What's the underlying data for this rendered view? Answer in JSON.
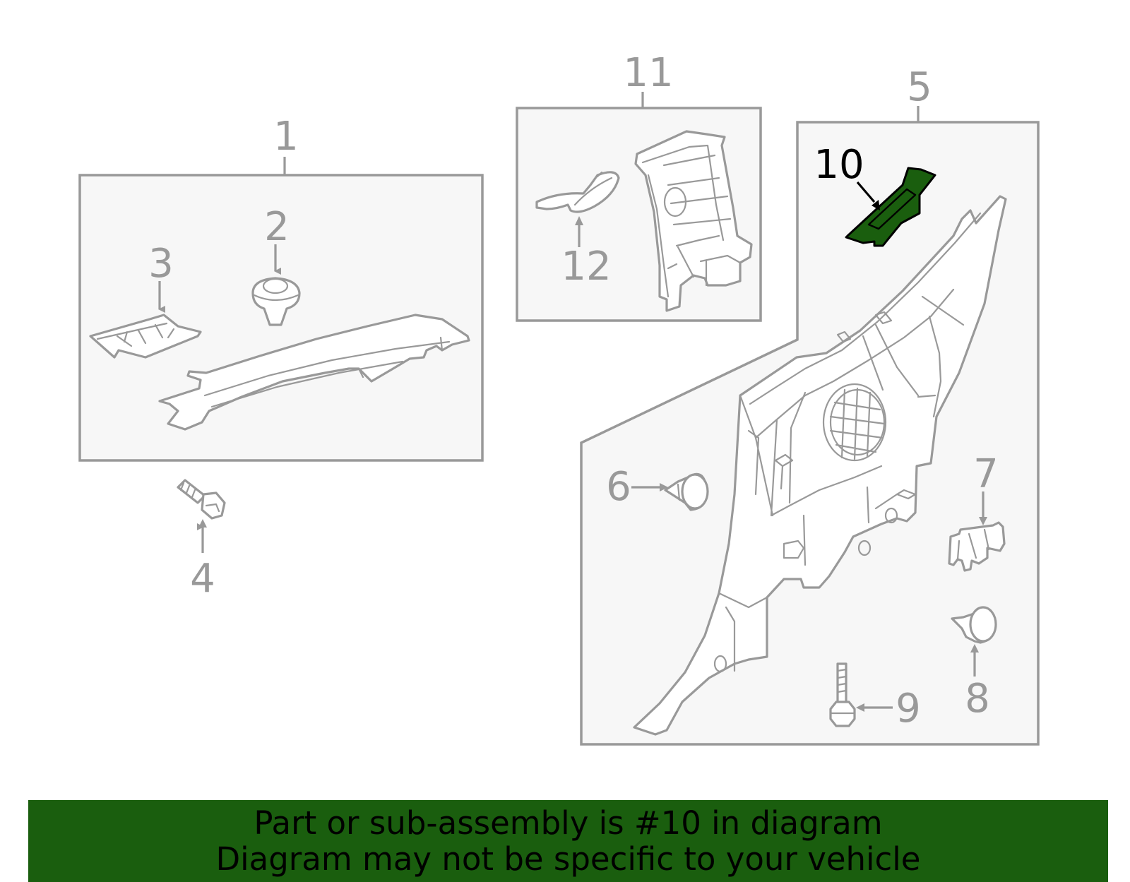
{
  "callouts": {
    "c1": "1",
    "c2": "2",
    "c3": "3",
    "c4": "4",
    "c5": "5",
    "c6": "6",
    "c7": "7",
    "c8": "8",
    "c9": "9",
    "c10": "10",
    "c11": "11",
    "c12": "12"
  },
  "highlight": {
    "part": "10",
    "color": "#1a5e0e"
  },
  "banner": {
    "line1": "Part or sub-assembly is #10 in diagram",
    "line2": "Diagram may not be specific to your vehicle"
  }
}
